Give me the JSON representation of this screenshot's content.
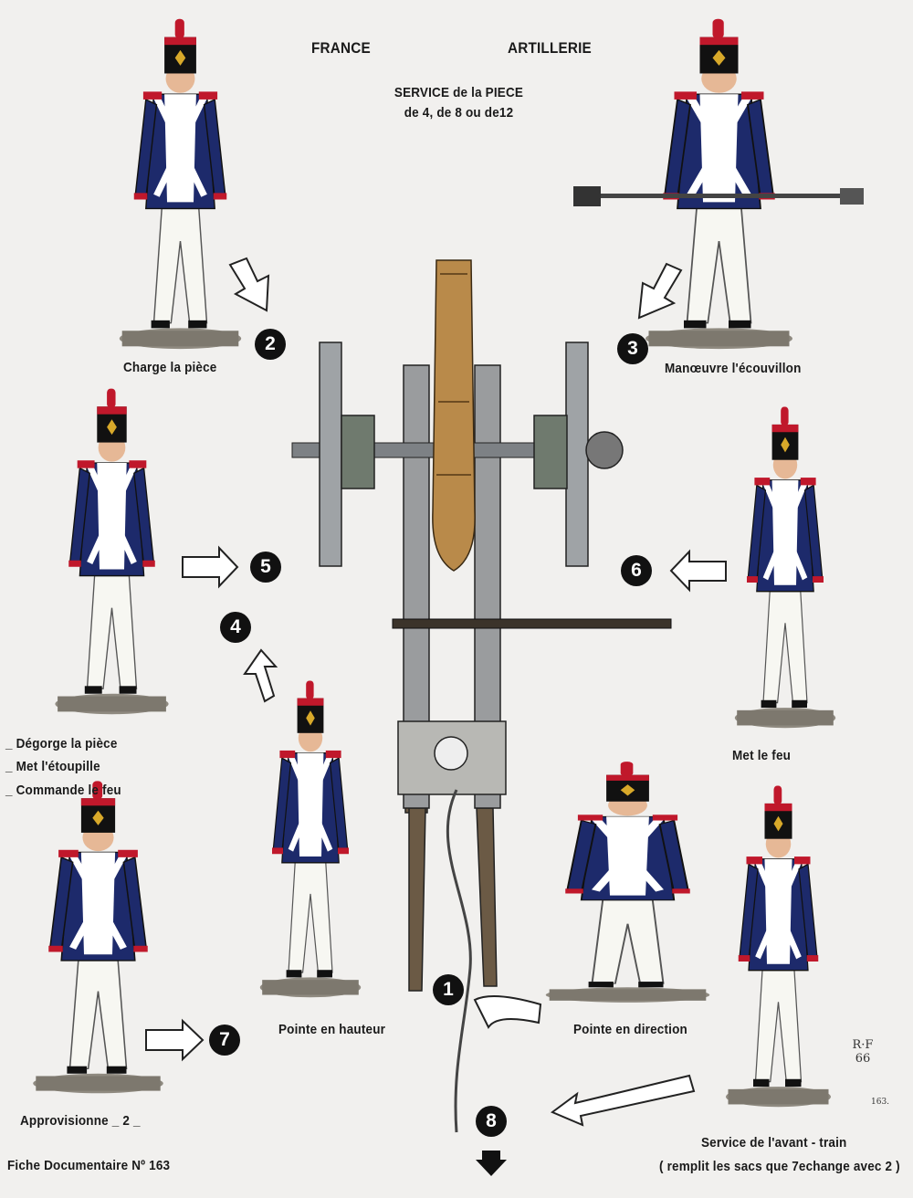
{
  "header": {
    "country": "FRANCE",
    "arm": "ARTILLERIE",
    "subtitle_line1": "SERVICE de la PIECE",
    "subtitle_line2": "de 4, de 8 ou de12"
  },
  "captions": {
    "charge": "Charge la pièce",
    "ecouvillon": "Manœuvre l'écouvillon",
    "duties": [
      "_ Dégorge la pièce",
      "_ Met l'étoupille",
      "_ Commande le feu"
    ],
    "met_feu": "Met  le feu",
    "hauteur": "Pointe en hauteur",
    "direction": "Pointe  en direction",
    "approvisionne": "Approvisionne _ 2 _",
    "avant_train_1": "Service de l'avant - train",
    "avant_train_2": "( remplit  les sacs que 7echange avec 2 )"
  },
  "numbers": [
    "1",
    "2",
    "3",
    "4",
    "5",
    "6",
    "7",
    "8"
  ],
  "footer": {
    "fiche": "Fiche Documentaire Nº 163",
    "signature": "R·F 66",
    "plate_number": "163."
  },
  "colors": {
    "coat": "#1d2a6b",
    "facing": "#c0182b",
    "trousers": "#f7f7f2",
    "bronze": "#b98a4a",
    "iron": "#8a8d90"
  }
}
